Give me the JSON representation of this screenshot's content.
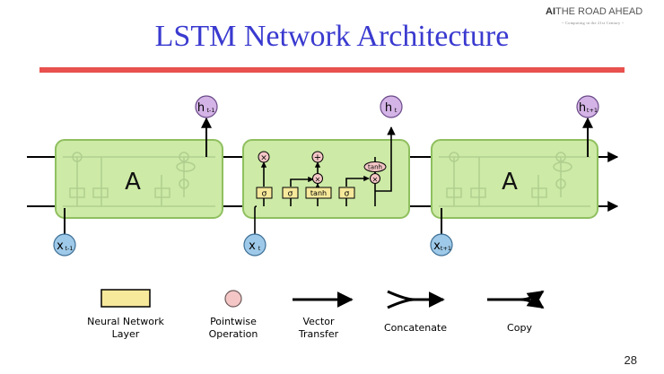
{
  "slide": {
    "title": "LSTM Network Architecture",
    "page_number": "28",
    "brand": {
      "ai": "AI",
      "name": "THE ROAD AHEAD",
      "tagline": "~ Computing in the 21st Century ~"
    },
    "accent_color": "#e9514f",
    "title_color": "#3a3ad0"
  },
  "diagram": {
    "modules": [
      {
        "id": "left",
        "label": "A"
      },
      {
        "id": "middle",
        "label": ""
      },
      {
        "id": "right",
        "label": "A"
      }
    ],
    "inputs": [
      "x",
      "x",
      "x"
    ],
    "input_subscripts": [
      "t-1",
      "t",
      "t+1"
    ],
    "outputs": [
      "h",
      "h",
      "h"
    ],
    "output_subscripts": [
      "t-1",
      "t",
      "t+1"
    ],
    "layers": [
      "σ",
      "σ",
      "tanh",
      "σ"
    ],
    "pointwise_ops": [
      "×",
      "+",
      "×",
      "×"
    ],
    "pointwise_tanh": "tanh",
    "colors": {
      "cell_fill": "#cdeaa6",
      "cell_border": "#8fbf5f",
      "layer_fill": "#f7e99b",
      "op_fill": "#f4c6c6",
      "input_fill": "#9ec9e8",
      "output_fill": "#d4b3e6"
    }
  },
  "legend": {
    "items": [
      {
        "label_1": "Neural Network",
        "label_2": "Layer",
        "icon": "layer-box-icon"
      },
      {
        "label_1": "Pointwise",
        "label_2": "Operation",
        "icon": "pointwise-circle-icon"
      },
      {
        "label_1": "Vector",
        "label_2": "Transfer",
        "icon": "vector-arrow-icon"
      },
      {
        "label_1": "Concatenate",
        "label_2": "",
        "icon": "concatenate-icon"
      },
      {
        "label_1": "Copy",
        "label_2": "",
        "icon": "copy-icon"
      }
    ]
  }
}
